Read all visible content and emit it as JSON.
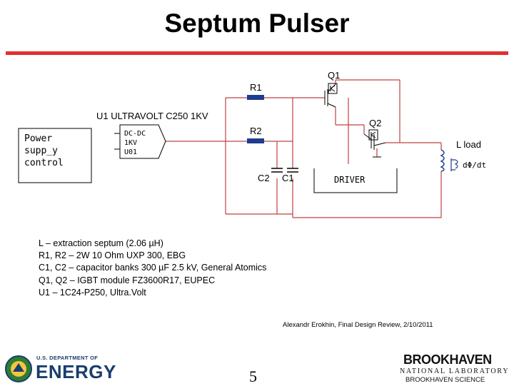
{
  "title": "Septum Pulser",
  "diagram": {
    "labels": {
      "q1": "Q1",
      "q2": "Q2",
      "r1": "R1",
      "r2": "R2",
      "c2": "C2",
      "c1": "C1",
      "u1": "U1 ULTRAVOLT C250 1KV",
      "lload": "L load",
      "dphi": "dΦ/dt",
      "driver": "DRIVER",
      "ctrl_line1": "Power",
      "ctrl_line2": "supp_y",
      "ctrl_line3": "control",
      "dcdc_line1": "DC-DC",
      "dcdc_line2": "1KV",
      "dcdc_line3": "U01"
    }
  },
  "legend": [
    "L – extraction septum (2.06 µH)",
    "R1, R2 – 2W 10 Ohm UXP 300, EBG",
    "C1, C2 – capacitor banks 300 µF 2.5 kV, General Atomics",
    "Q1, Q2 – IGBT module FZ3600R17, EUPEC",
    "U1 – 1C24-P250, Ultra.Volt"
  ],
  "credit": "Alexandr Erokhin, Final Design Review, 2/10/2011",
  "footer": {
    "doe_top": "U.S. DEPARTMENT OF",
    "doe_main": "ENERGY",
    "page_number": "5",
    "bnl_main": "BROOKHAVEN",
    "bnl_sub": "NATIONAL LABORATORY",
    "bnl_sci": "BROOKHAVEN SCIENCE"
  }
}
